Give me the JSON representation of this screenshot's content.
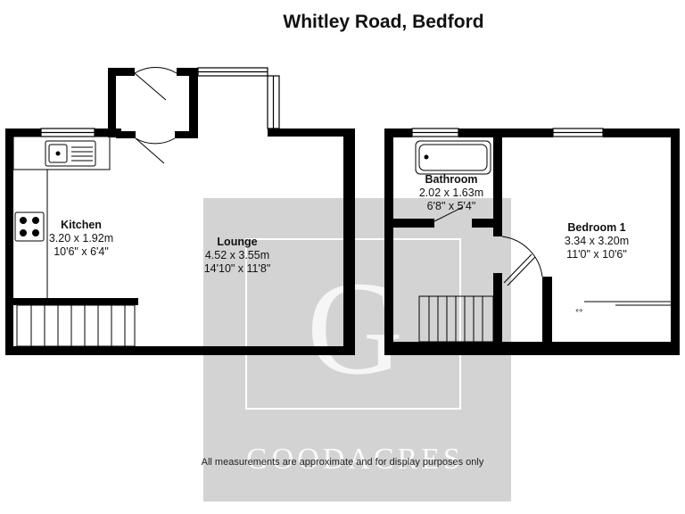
{
  "header": {
    "title": "Whitley Road, Bedford"
  },
  "rooms": [
    {
      "name": "Kitchen",
      "metric": "3.20 x 1.92m",
      "imperial": "10'6\" x 6'4\""
    },
    {
      "name": "Lounge",
      "metric": "4.52 x 3.55m",
      "imperial": "14'10\" x 11'8\""
    },
    {
      "name": "Bathroom",
      "metric": "2.02 x 1.63m",
      "imperial": "6'8\" x 5'4\""
    },
    {
      "name": "Bedroom 1",
      "metric": "3.34 x 3.20m",
      "imperial": "11'0\" x 10'6\""
    }
  ],
  "watermark": {
    "text": "GOODACRES",
    "letter": "G"
  },
  "footer": {
    "disclaimer": "All measurements are approximate and for display purposes only"
  },
  "colors": {
    "wall": "#000000",
    "watermark": "#c8c8c8"
  }
}
